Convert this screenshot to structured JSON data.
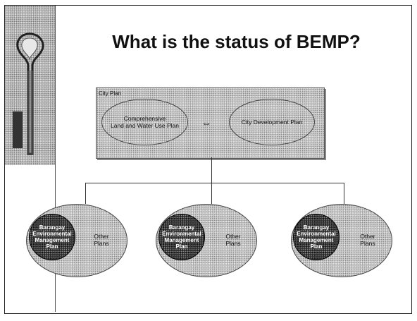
{
  "slide": {
    "title": "What is the status of BEMP?",
    "city_plan_label": "City Plan",
    "top_ovals": [
      {
        "lines": [
          "Comprehensive",
          "Land and Water Use Plan"
        ]
      },
      {
        "lines": [
          "City Development Plan"
        ]
      }
    ],
    "connector_symbol": "⇔",
    "barangay_units": [
      {
        "inner_lines": [
          "Barangay",
          "Environmental",
          "Management",
          "Plan"
        ],
        "other_lines": [
          "Other",
          "Plans"
        ]
      },
      {
        "inner_lines": [
          "Barangay",
          "Environmental",
          "Management",
          "Plan"
        ],
        "other_lines": [
          "Other",
          "Plans"
        ]
      },
      {
        "inner_lines": [
          "Barangay",
          "Environmental",
          "Management",
          "Plan"
        ],
        "other_lines": [
          "Other",
          "Plans"
        ]
      }
    ]
  }
}
